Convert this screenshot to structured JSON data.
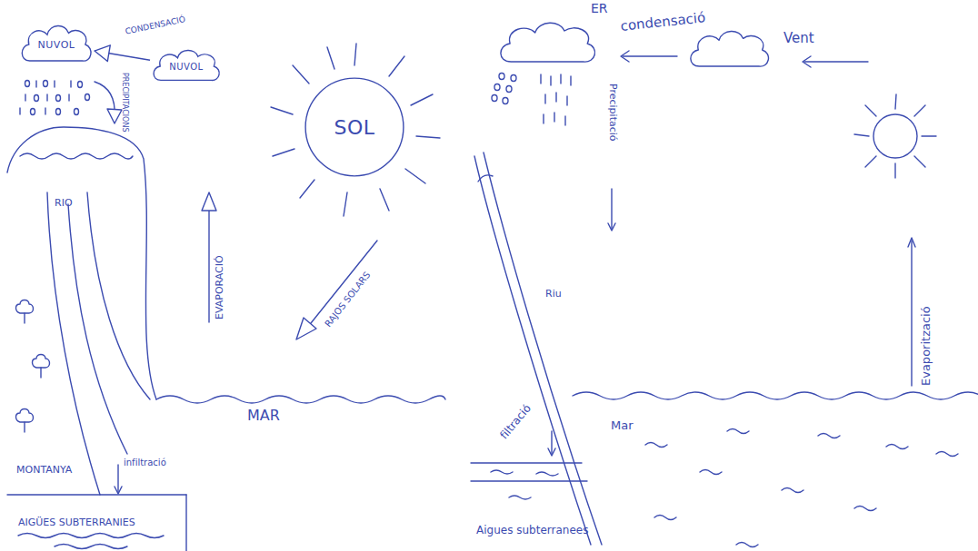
{
  "diagram": {
    "nodes": [
      {
        "text": [
          "NUVOL"
        ]
      },
      {
        "text": [
          "NUVOL"
        ]
      },
      {
        "text": [
          "SOL"
        ]
      }
    ],
    "edges": [
      {
        "from": 1,
        "to": 0,
        "arrow": "to",
        "label": "CONDENSACIÓ"
      }
    ],
    "labels": [
      "PRECIPITACIONS",
      "RIO",
      "EVAPORACIÓ",
      "RAJOS SOLARS",
      "MONTANYA",
      "infiltració",
      "MAR",
      "AIGÜES SUBTERRANIES",
      "ER",
      "condensació",
      "Vent",
      "Precipitació",
      "Riu",
      "Evaporització",
      "filtració",
      "Mar",
      "Aigues subterranees"
    ]
  }
}
